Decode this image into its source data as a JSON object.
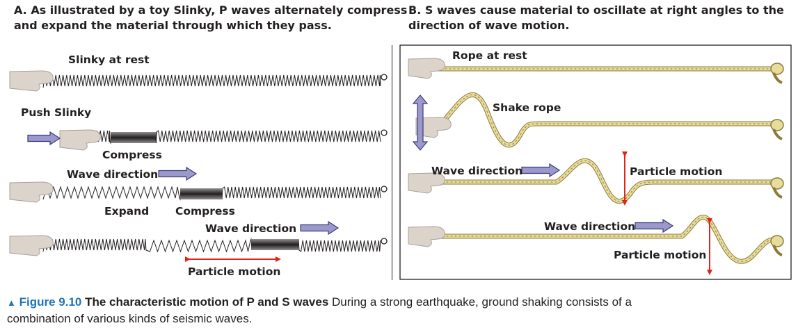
{
  "panel_a": {
    "heading_line1": "A. As illustrated by a toy Slinky, P waves alternately compress",
    "heading_line2": "and expand the material through which they pass.",
    "labels": {
      "slinky_at_rest": "Slinky at rest",
      "push_slinky": "Push Slinky",
      "compress_row2": "Compress",
      "wave_direction_row3": "Wave direction",
      "expand": "Expand",
      "compress_row3": "Compress",
      "wave_direction_row4": "Wave direction",
      "particle_motion": "Particle motion"
    }
  },
  "panel_b": {
    "heading_line1": "B. S waves cause material to oscillate at right angles to the",
    "heading_line2": "direction of wave motion.",
    "labels": {
      "rope_at_rest": "Rope at rest",
      "shake_rope": "Shake rope",
      "wave_direction_row3": "Wave direction",
      "particle_motion_row3": "Particle motion",
      "wave_direction_row4": "Wave direction",
      "particle_motion_row4": "Particle motion"
    }
  },
  "caption": {
    "marker": "▲",
    "figure_number": "Figure 9.10",
    "title": "The characteristic motion of P and S waves",
    "text_line1": "During a strong earthquake, ground shaking consists of a",
    "text_line2": "combination of various kinds of seismic waves."
  },
  "colors": {
    "arrow_fill": "#9b99cc",
    "arrow_stroke": "#3d3a7a",
    "particle_motion_red": "#e2231a",
    "rope": "#e8dc9a",
    "rope_outline": "#8c7a3c",
    "hand": "#dcd3cb",
    "caption_blue": "#1e73b8"
  }
}
